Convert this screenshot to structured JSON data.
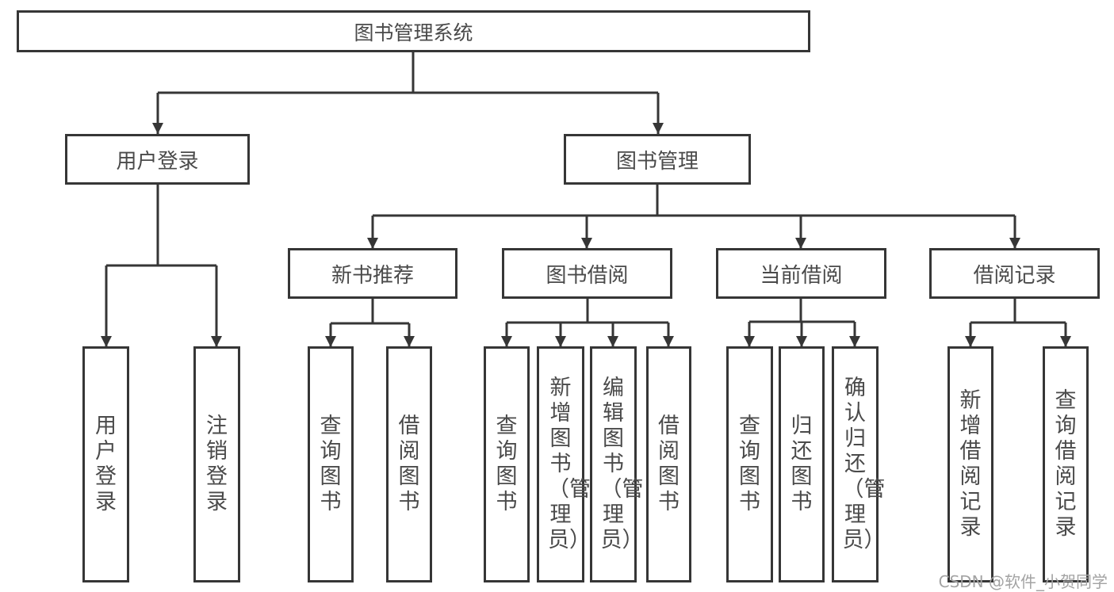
{
  "tree": {
    "root": {
      "label": "图书管理系统"
    },
    "branches": [
      {
        "label": "用户登录",
        "children": [
          {
            "label": "用户登录"
          },
          {
            "label": "注销登录"
          }
        ]
      },
      {
        "label": "图书管理",
        "children": [
          {
            "label": "新书推荐",
            "children": [
              {
                "label": "查询图书"
              },
              {
                "label": "借阅图书"
              }
            ]
          },
          {
            "label": "图书借阅",
            "children": [
              {
                "label": "查询图书"
              },
              {
                "label": "新增图书（管理员）"
              },
              {
                "label": "编辑图书（管理员）"
              },
              {
                "label": "借阅图书"
              }
            ]
          },
          {
            "label": "当前借阅",
            "children": [
              {
                "label": "查询图书"
              },
              {
                "label": "归还图书"
              },
              {
                "label": "确认归还（管理员）"
              }
            ]
          },
          {
            "label": "借阅记录",
            "children": [
              {
                "label": "新增借阅记录"
              },
              {
                "label": "查询借阅记录"
              }
            ]
          }
        ]
      }
    ]
  },
  "watermark": {
    "text": "CSDN @软件_小贺同学"
  },
  "colors": {
    "line": "#363636",
    "text": "#4a4a4a",
    "watermark": "#a3a3a3",
    "background": "#ffffff"
  }
}
